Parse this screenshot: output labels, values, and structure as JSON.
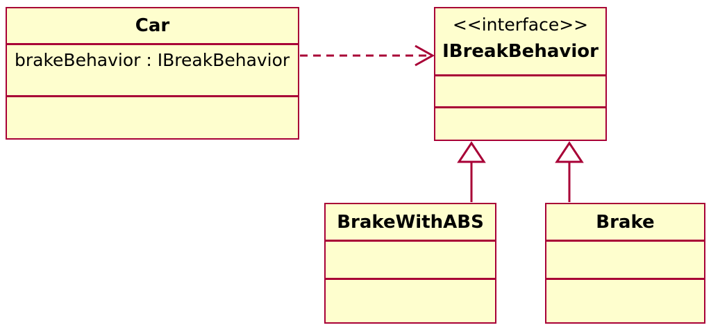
{
  "diagram_type": "uml-class-diagram",
  "colors": {
    "node_fill": "#FEFECE",
    "node_border": "#A80036",
    "edge_color": "#A80036",
    "text_color": "#000000",
    "canvas_background": "#FFFFFF"
  },
  "nodes": {
    "car": {
      "title": "Car",
      "attributes": [
        "brakeBehavior : IBreakBehavior"
      ]
    },
    "ibreak_behavior": {
      "stereotype": "<<interface>>",
      "title": "IBreakBehavior"
    },
    "brake_with_abs": {
      "title": "BrakeWithABS"
    },
    "brake": {
      "title": "Brake"
    }
  },
  "edges": [
    {
      "from": "Car",
      "to": "IBreakBehavior",
      "type": "dependency",
      "line": "dashed",
      "arrowhead": "open"
    },
    {
      "from": "BrakeWithABS",
      "to": "IBreakBehavior",
      "type": "realization",
      "line": "solid",
      "arrowhead": "hollow-triangle"
    },
    {
      "from": "Brake",
      "to": "IBreakBehavior",
      "type": "realization",
      "line": "solid",
      "arrowhead": "hollow-triangle"
    }
  ]
}
